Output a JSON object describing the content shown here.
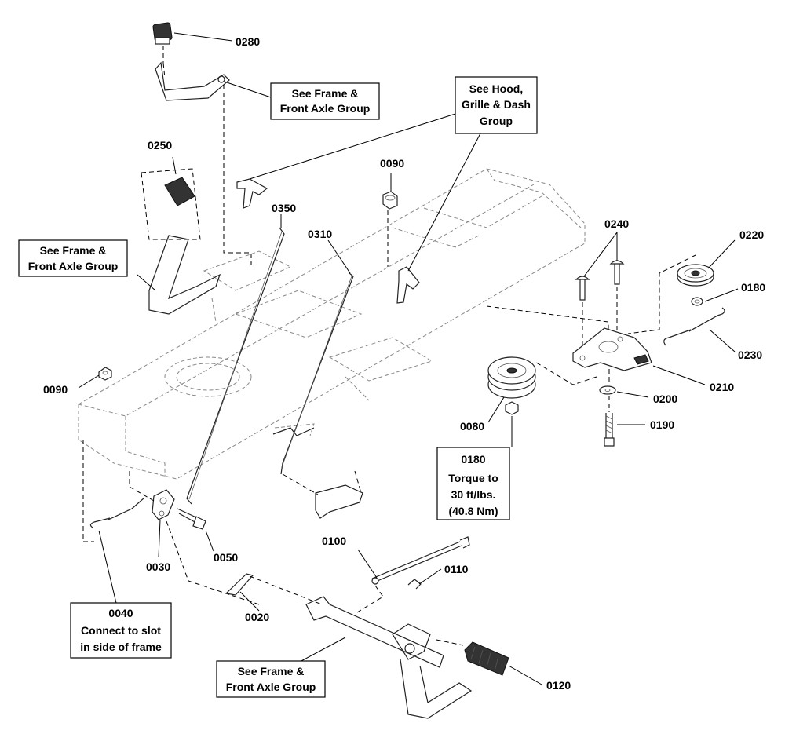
{
  "parts": [
    {
      "id": "p0280",
      "label": "0280"
    },
    {
      "id": "p0250",
      "label": "0250"
    },
    {
      "id": "p0090a",
      "label": "0090"
    },
    {
      "id": "p0350",
      "label": "0350"
    },
    {
      "id": "p0310",
      "label": "0310"
    },
    {
      "id": "p0240",
      "label": "0240"
    },
    {
      "id": "p0220",
      "label": "0220"
    },
    {
      "id": "p0180a",
      "label": "0180"
    },
    {
      "id": "p0230",
      "label": "0230"
    },
    {
      "id": "p0210",
      "label": "0210"
    },
    {
      "id": "p0200",
      "label": "0200"
    },
    {
      "id": "p0190",
      "label": "0190"
    },
    {
      "id": "p0090b",
      "label": "0090"
    },
    {
      "id": "p0080",
      "label": "0080"
    },
    {
      "id": "p0030",
      "label": "0030"
    },
    {
      "id": "p0050",
      "label": "0050"
    },
    {
      "id": "p0100",
      "label": "0100"
    },
    {
      "id": "p0110",
      "label": "0110"
    },
    {
      "id": "p0020",
      "label": "0020"
    },
    {
      "id": "p0120",
      "label": "0120"
    }
  ],
  "notes": {
    "frame_axle_top": [
      "See Frame &",
      "Front Axle Group"
    ],
    "hood_grille": [
      "See Hood,",
      "Grille & Dash",
      "Group"
    ],
    "frame_axle_left": [
      "See Frame &",
      "Front Axle Group"
    ],
    "torque": [
      "0180",
      "Torque to",
      "30 ft/lbs.",
      "(40.8 Nm)"
    ],
    "slot": [
      "0040",
      "Connect to slot",
      "in side of frame"
    ],
    "frame_axle_bottom": [
      "See Frame &",
      "Front Axle Group"
    ]
  }
}
